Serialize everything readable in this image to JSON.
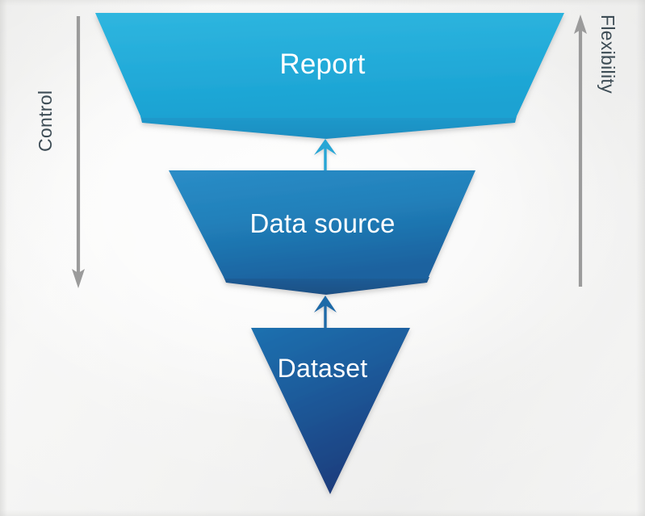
{
  "diagram": {
    "type": "inverted-funnel",
    "title_text_present": false,
    "background_color": "#f1f1f0",
    "layers": [
      {
        "id": "report",
        "label": "Report",
        "level": 1,
        "position": "top",
        "fill_top": "#2bb3dd",
        "fill_bottom": "#1ba4d4",
        "fold_color": "#1f93c4",
        "text_color": "#ffffff"
      },
      {
        "id": "data-source",
        "label": "Data source",
        "level": 2,
        "position": "middle",
        "fill_top": "#2185c0",
        "fill_bottom": "#1a5f9e",
        "fold_color": "#1a5183",
        "text_color": "#ffffff"
      },
      {
        "id": "dataset",
        "label": "Dataset",
        "level": 3,
        "position": "bottom",
        "fill_top": "#1d6aa8",
        "fill_bottom": "#1d3d7d",
        "fold_color": "#1d3d7d",
        "text_color": "#ffffff"
      }
    ],
    "connectors": [
      {
        "id": "dataset-to-data-source",
        "direction": "up",
        "color": "#1f6aa8"
      },
      {
        "id": "data-source-to-report",
        "direction": "up",
        "color": "#25a6d5"
      }
    ],
    "axes": [
      {
        "id": "control-axis",
        "label": "Control",
        "side": "left",
        "arrow_direction": "down",
        "color": "#9a9a9a",
        "label_color": "#3d4c55"
      },
      {
        "id": "flexibility-axis",
        "label": "Flexibility",
        "side": "right",
        "arrow_direction": "up",
        "color": "#9a9a9a",
        "label_color": "#3d4c55"
      }
    ]
  }
}
